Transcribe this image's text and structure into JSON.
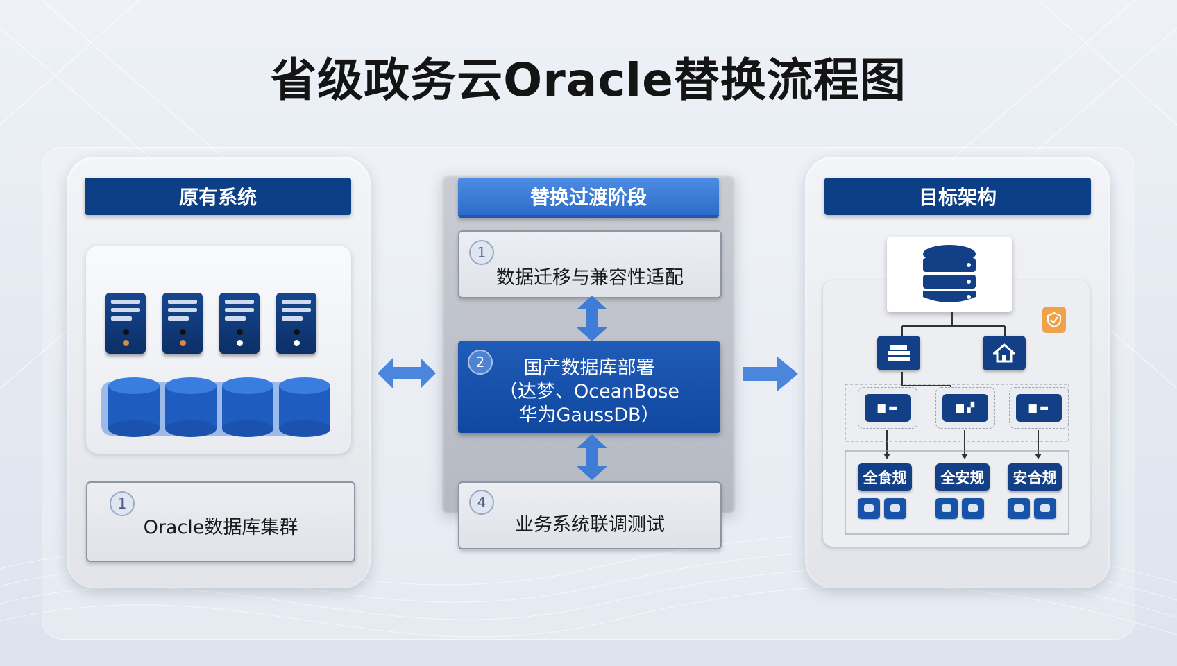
{
  "title": "省级政务云Oracle替换流程图",
  "left_panel": {
    "header": "原有系统",
    "step_number": "1",
    "label": "Oracle数据库集群"
  },
  "middle_panel": {
    "header": "替换过渡阶段",
    "steps": [
      {
        "number": "1",
        "label": "数据迁移与兼容性适配"
      },
      {
        "number": "2",
        "line1": "国产数据库部署",
        "line2": "（达梦、OceanBose",
        "line3": "华为GaussDB）"
      },
      {
        "number": "4",
        "label": "业务系统联调测试"
      }
    ]
  },
  "right_panel": {
    "header": "目标架构",
    "groups": [
      "全食规",
      "全安规",
      "安合规"
    ]
  },
  "colors": {
    "navy": "#0c3f86",
    "accent_blue": "#3b78d8",
    "arrow_blue": "#4a86dc",
    "shield_orange": "#f0a24a"
  }
}
